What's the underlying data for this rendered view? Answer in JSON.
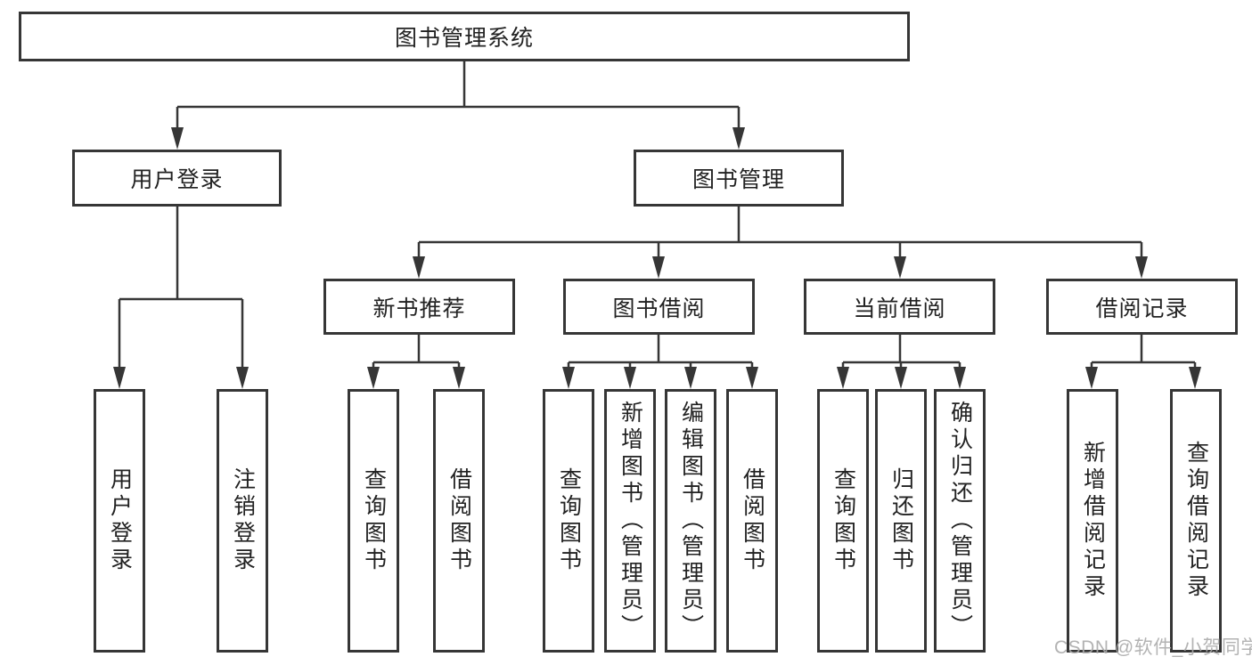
{
  "diagram": {
    "title": "图书管理系统",
    "branches": {
      "user": "用户登录",
      "book": "图书管理"
    },
    "user_leaves": [
      "用户登录",
      "注销登录"
    ],
    "modules": [
      "新书推荐",
      "图书借阅",
      "当前借阅",
      "借阅记录"
    ],
    "new_book_leaves": [
      "查询图书",
      "借阅图书"
    ],
    "borrow_leaves": [
      "查询图书",
      "新增图书（管理员）",
      "编辑图书（管理员）",
      "借阅图书"
    ],
    "current_leaves": [
      "查询图书",
      "归还图书",
      "确认归还（管理员）"
    ],
    "record_leaves": [
      "新增借阅记录",
      "查询借阅记录"
    ]
  },
  "colors": {
    "line": "#363636",
    "text": "#222222",
    "watermark": "#ababab"
  },
  "watermark": "CSDN @软件_小贺同学"
}
